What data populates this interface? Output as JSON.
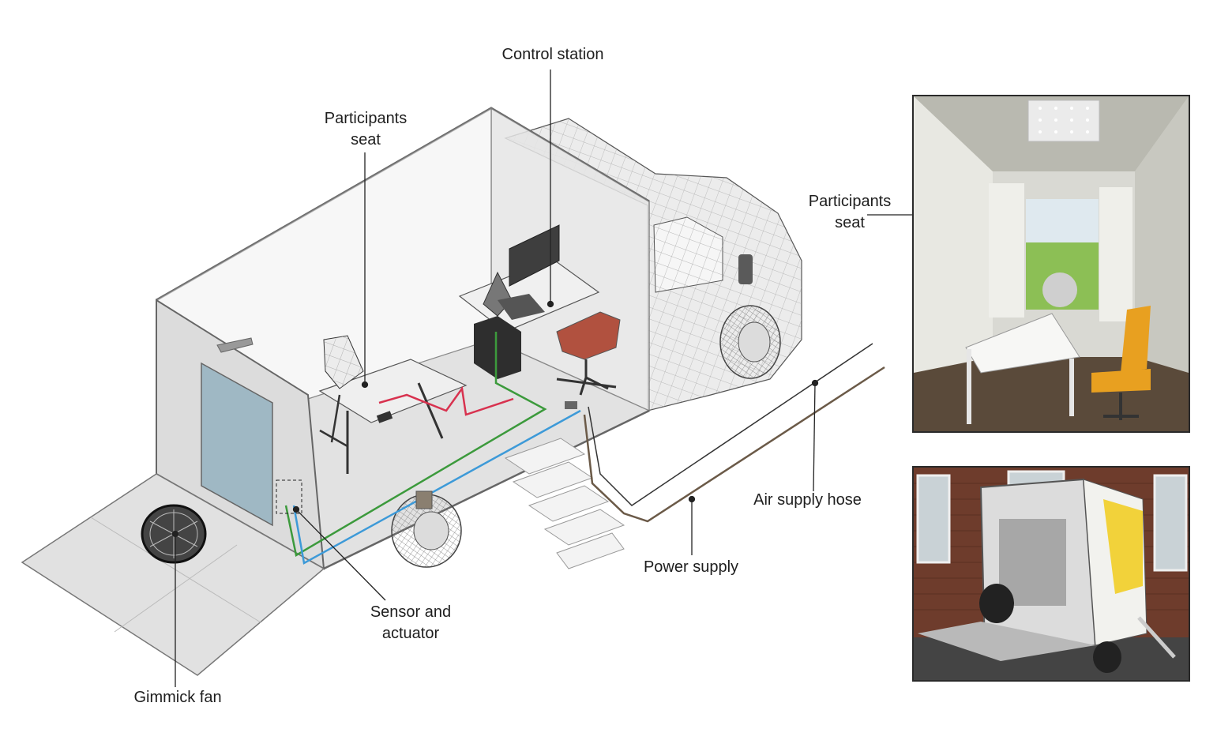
{
  "labels": {
    "control_station": "Control station",
    "participants_seat_line1": "Participants",
    "participants_seat_line2": "seat",
    "photo_participants_line1": "Participants",
    "photo_participants_line2": "seat",
    "air_supply_hose": "Air supply hose",
    "power_supply": "Power supply",
    "sensor_line1": "Sensor and",
    "sensor_line2": "actuator",
    "gimmick_fan": "Gimmick fan"
  },
  "colors": {
    "red_cable": "#d8324f",
    "green_cable": "#3c9a3c",
    "blue_cable": "#3d9ad8",
    "power_cable": "#6b5a48",
    "air_hose": "#333333",
    "chair_seat": "#e8a020"
  }
}
